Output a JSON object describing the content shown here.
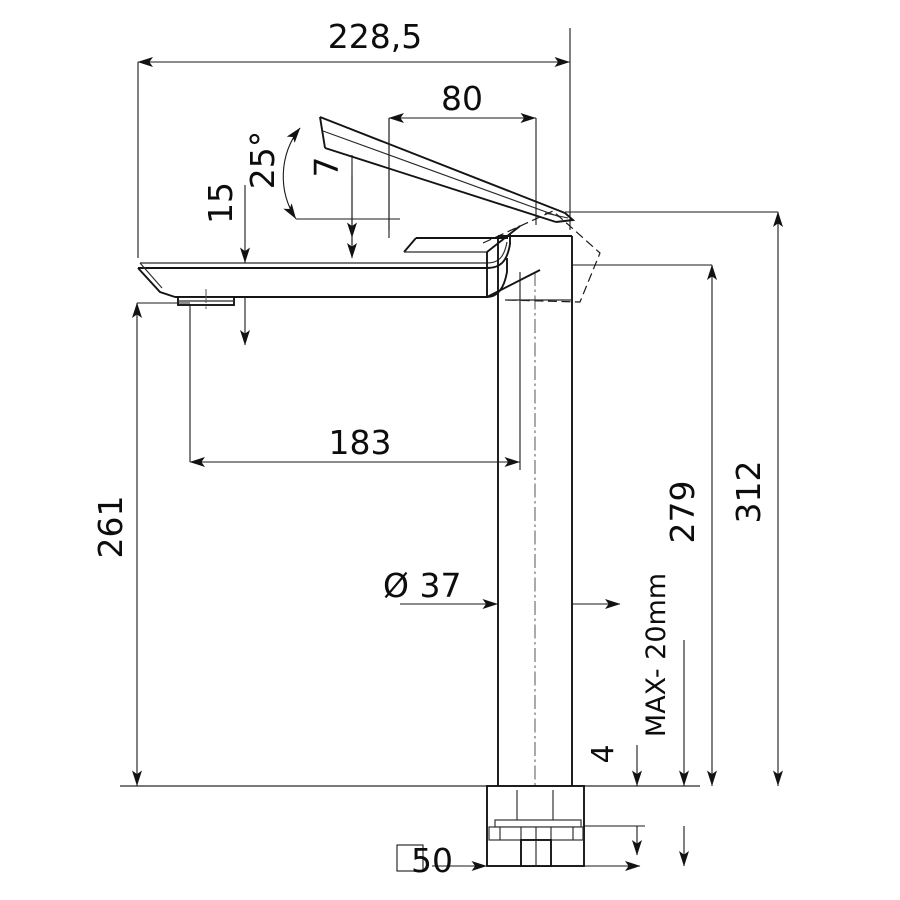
{
  "drawing": {
    "title": "Basin mixer tap dimensioned elevation",
    "units": "mm",
    "line_color": "#141414",
    "text_color": "#0d0d0d",
    "background": "#ffffff"
  },
  "dimensions": {
    "overall_width": "228,5",
    "handle_length": "80",
    "handle_angle": "25°",
    "handle_thickness": "7",
    "spout_body_height": "15",
    "spout_reach": "183",
    "spout_height": "261",
    "column_diameter": "Ø 37",
    "deck_thickness": "4",
    "max_deck": "MAX- 20mm",
    "height_to_spout_outlet": "279",
    "total_height": "312",
    "base_square": "50",
    "square_symbol": "□"
  },
  "labels": [
    {
      "name": "overall-width",
      "text": "228,5",
      "orientation": "horizontal"
    },
    {
      "name": "handle-length",
      "text": "80",
      "orientation": "horizontal"
    },
    {
      "name": "handle-angle",
      "text": "25°",
      "orientation": "vertical"
    },
    {
      "name": "handle-thickness",
      "text": "7",
      "orientation": "vertical"
    },
    {
      "name": "spout-body-height",
      "text": "15",
      "orientation": "vertical"
    },
    {
      "name": "spout-reach",
      "text": "183",
      "orientation": "horizontal"
    },
    {
      "name": "spout-height",
      "text": "261",
      "orientation": "vertical"
    },
    {
      "name": "column-diameter",
      "text": "Ø 37",
      "orientation": "horizontal"
    },
    {
      "name": "deck-thickness",
      "text": "4",
      "orientation": "vertical"
    },
    {
      "name": "max-deck-thickness",
      "text": "MAX- 20mm",
      "orientation": "vertical"
    },
    {
      "name": "outlet-height",
      "text": "279",
      "orientation": "vertical"
    },
    {
      "name": "total-height",
      "text": "312",
      "orientation": "vertical"
    },
    {
      "name": "base-square-size",
      "text": "50",
      "orientation": "horizontal"
    }
  ]
}
